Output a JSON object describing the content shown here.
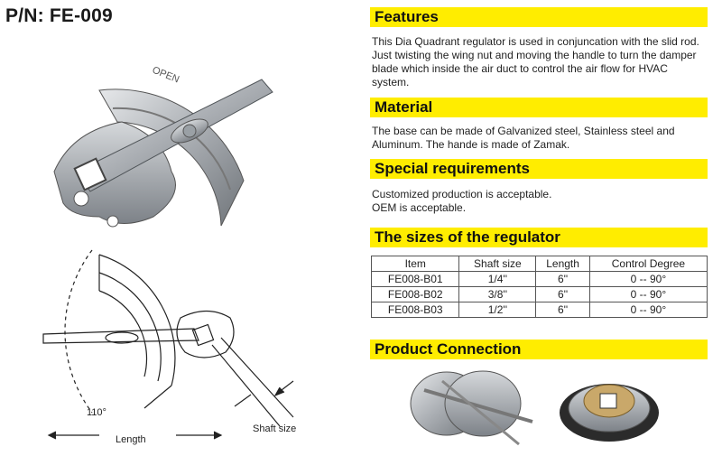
{
  "part_number": "P/N: FE-009",
  "sections": {
    "features": {
      "heading": "Features",
      "text": "This Dia Quadrant regulator is used in conjuncation with the slid rod. Just twisting the wing nut and moving the handle to turn the damper blade which inside the air duct to control the air flow for HVAC system."
    },
    "material": {
      "heading": "Material",
      "text": "The base can be made of Galvanized steel, Stainless steel and Aluminum. The hande is made of Zamak."
    },
    "special": {
      "heading": "Special requirements",
      "line1": "Customized production is acceptable.",
      "line2": "OEM is acceptable."
    },
    "sizes": {
      "heading": "The sizes of the regulator",
      "columns": [
        "Item",
        "Shaft size",
        "Length",
        "Control Degree"
      ],
      "rows": [
        [
          "FE008-B01",
          "1/4''",
          "6''",
          "0 -- 90°"
        ],
        [
          "FE008-B02",
          "3/8''",
          "6''",
          "0 -- 90°"
        ],
        [
          "FE008-B03",
          "1/2''",
          "6''",
          "0 -- 90°"
        ]
      ]
    },
    "connection": {
      "heading": "Product Connection"
    }
  },
  "drawing": {
    "angle_label": "110°",
    "length_label": "Length",
    "shaft_label": "Shaft size",
    "quadrant_text": "OPEN"
  }
}
